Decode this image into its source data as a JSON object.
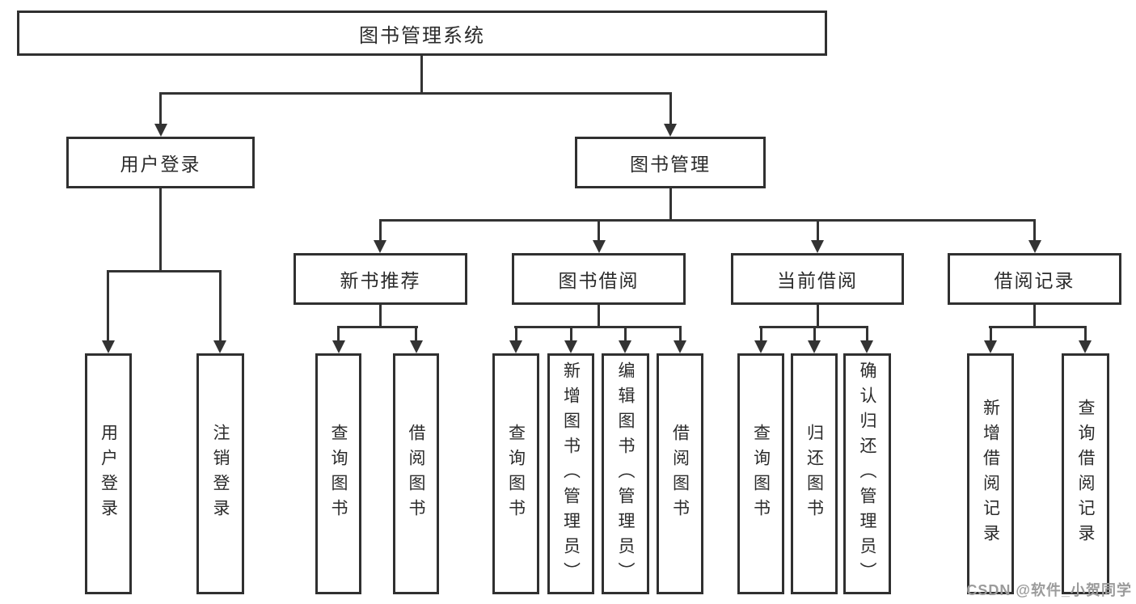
{
  "diagram_type": "hierarchy-tree",
  "nodes": {
    "root": {
      "id": "library-management-system",
      "label": "图书管理系统"
    },
    "level1": [
      {
        "id": "user-login",
        "label": "用户登录",
        "parent": "library-management-system"
      },
      {
        "id": "book-management",
        "label": "图书管理",
        "parent": "library-management-system"
      }
    ],
    "level2": [
      {
        "id": "new-book-recommend",
        "label": "新书推荐",
        "parent": "book-management"
      },
      {
        "id": "book-borrowing",
        "label": "图书借阅",
        "parent": "book-management"
      },
      {
        "id": "current-borrowing",
        "label": "当前借阅",
        "parent": "book-management"
      },
      {
        "id": "borrowing-records",
        "label": "借阅记录",
        "parent": "book-management"
      }
    ],
    "leaves": [
      {
        "label": "用户登录",
        "parent": "user-login"
      },
      {
        "label": "注销登录",
        "parent": "user-login"
      },
      {
        "label": "查询图书",
        "parent": "new-book-recommend"
      },
      {
        "label": "借阅图书",
        "parent": "new-book-recommend"
      },
      {
        "label": "查询图书",
        "parent": "book-borrowing"
      },
      {
        "label": "新增图书（管理员）",
        "parent": "book-borrowing"
      },
      {
        "label": "编辑图书（管理员）",
        "parent": "book-borrowing"
      },
      {
        "label": "借阅图书",
        "parent": "book-borrowing"
      },
      {
        "label": "查询图书",
        "parent": "current-borrowing"
      },
      {
        "label": "归还图书",
        "parent": "current-borrowing"
      },
      {
        "label": "确认归还（管理员）",
        "parent": "current-borrowing"
      },
      {
        "label": "新增借阅记录",
        "parent": "borrowing-records"
      },
      {
        "label": "查询借阅记录",
        "parent": "borrowing-records"
      }
    ]
  },
  "watermark": {
    "text": "CSDN @软件_小贺同学"
  },
  "colors": {
    "line": "#333333",
    "box_border": "#303030",
    "text": "#2b2b2b",
    "watermark": "#9b9b9b",
    "background": "#ffffff"
  }
}
